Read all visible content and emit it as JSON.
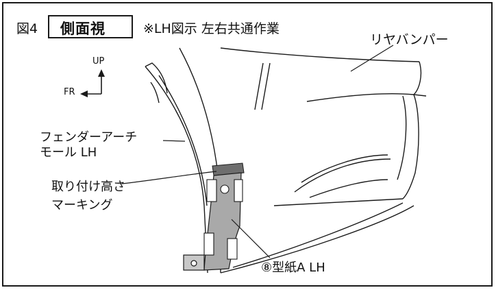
{
  "figure": {
    "number": "図4",
    "view_title": "側面視",
    "note": "※LH図示  左右共通作業"
  },
  "orientation": {
    "up_label": "UP",
    "front_label": "FR"
  },
  "labels": {
    "rear_bumper": "リヤバンパー",
    "fender_arch_line1": "フェンダーアーチ",
    "fender_arch_line2": "モール LH",
    "height_marking_line1": "取り付け高さ",
    "height_marking_line2": "マーキング",
    "template": "⑧型紙A LH"
  },
  "colors": {
    "line": "#1a1a1a",
    "template_fill": "#a9a9a9",
    "marking_fill": "#6e6e6e",
    "clip_fill": "#ffffff"
  }
}
